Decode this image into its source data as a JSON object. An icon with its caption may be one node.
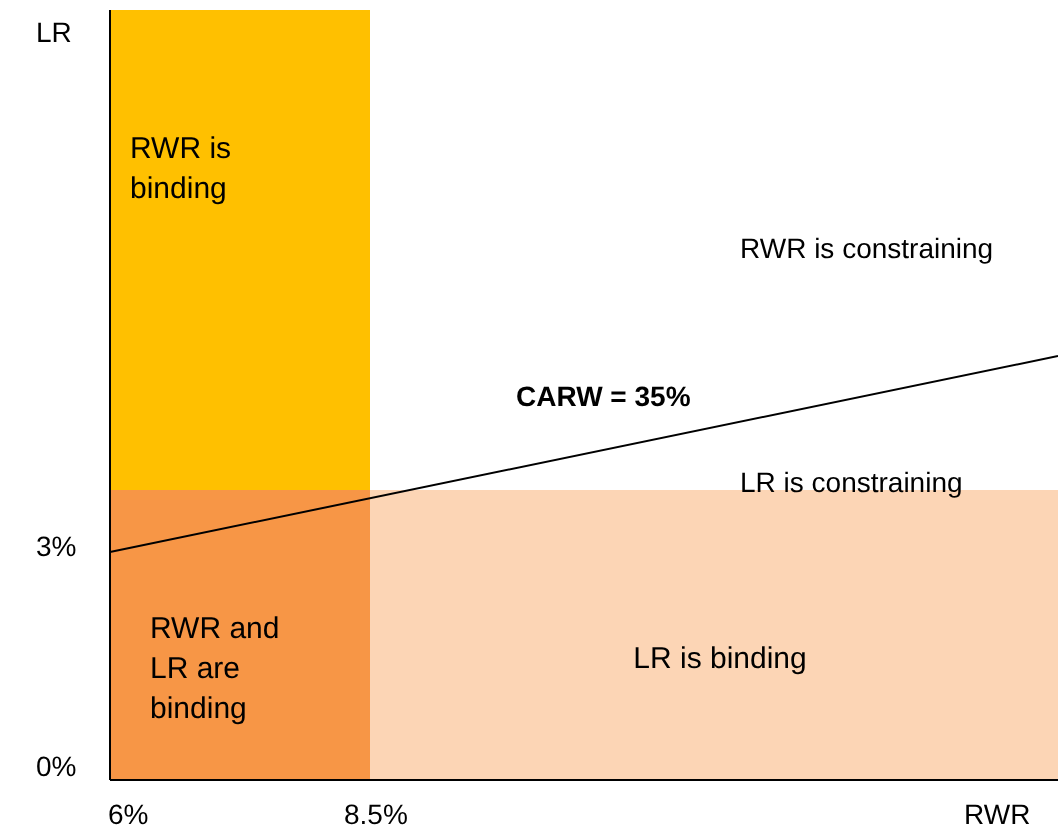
{
  "diagram": {
    "nodes": [
      {
        "text": [
          "RWR is binding"
        ]
      },
      {
        "text": [
          "RWR and LR are binding"
        ]
      },
      {
        "text": [
          "LR is binding"
        ]
      }
    ],
    "labels": [
      "LR",
      "RWR is constraining",
      "CARW = 35%",
      "LR is constraining",
      "3%",
      "0%",
      "6%",
      "8.5%",
      "RWR"
    ]
  }
}
